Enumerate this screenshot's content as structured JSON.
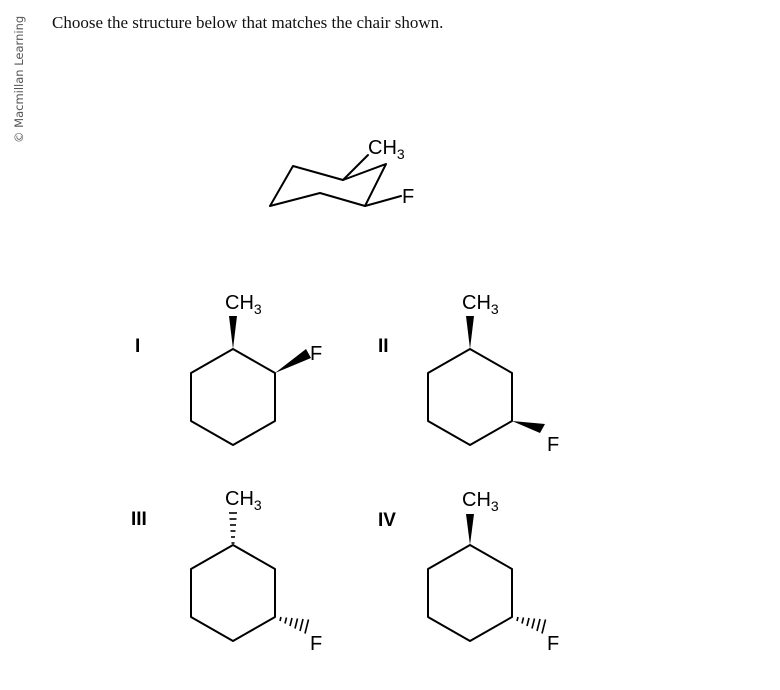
{
  "credit": "© Macmillan Learning",
  "question": "Choose the structure below that matches the chair shown.",
  "chair": {
    "substituent_top": {
      "base": "CH",
      "sub": "3"
    },
    "substituent_right": "F"
  },
  "options": [
    {
      "numeral": "I",
      "top": {
        "base": "CH",
        "sub": "3"
      },
      "side": "F",
      "top_bond": "wedge",
      "side_bond": "wedge",
      "side_position": "upper-right"
    },
    {
      "numeral": "II",
      "top": {
        "base": "CH",
        "sub": "3"
      },
      "side": "F",
      "top_bond": "wedge",
      "side_bond": "wedge",
      "side_position": "lower-right"
    },
    {
      "numeral": "III",
      "top": {
        "base": "CH",
        "sub": "3"
      },
      "side": "F",
      "top_bond": "hash",
      "side_bond": "hash",
      "side_position": "lower-right"
    },
    {
      "numeral": "IV",
      "top": {
        "base": "CH",
        "sub": "3"
      },
      "side": "F",
      "top_bond": "wedge",
      "side_bond": "hash",
      "side_position": "lower-right"
    }
  ]
}
